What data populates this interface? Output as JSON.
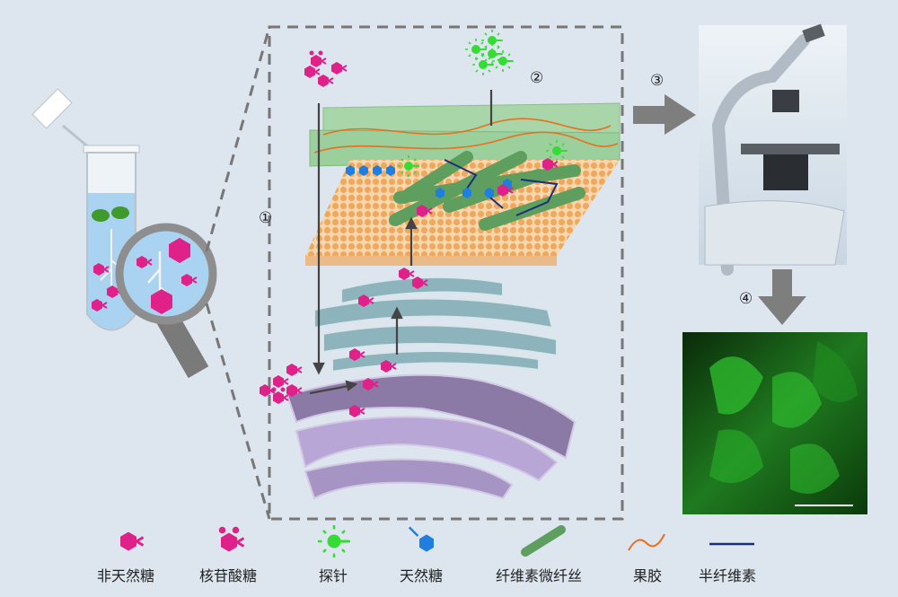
{
  "steps": [
    "①",
    "②",
    "③",
    "④"
  ],
  "legend": [
    {
      "label": "非天然糖",
      "icon": "unnatural-sugar-icon",
      "color": "#e0218a"
    },
    {
      "label": "核苷酸糖",
      "icon": "nucleotide-sugar-icon",
      "color": "#e0218a"
    },
    {
      "label": "探针",
      "icon": "probe-icon",
      "color": "#33dd33"
    },
    {
      "label": "天然糖",
      "icon": "natural-sugar-icon",
      "color": "#1e7fe0"
    },
    {
      "label": "纤维素微纤丝",
      "icon": "cellulose-microfibril-icon",
      "color": "#7fc77f"
    },
    {
      "label": "果胶",
      "icon": "pectin-icon",
      "color": "#e8701e"
    },
    {
      "label": "半纤维素",
      "icon": "hemicellulose-icon",
      "color": "#1a2f7a"
    }
  ],
  "colors": {
    "background": "#dde5ee",
    "magenta": "#e0218a",
    "probe_green": "#33dd33",
    "natural_blue": "#1e7fe0",
    "fiber_green": "#7fc77f",
    "pectin_orange": "#e8701e",
    "hemicellulose": "#1a2f7a",
    "er_teal": "#7fa4ae",
    "golgi_purple": "#8c7aa6",
    "membrane_orange": "#f2b77a"
  }
}
